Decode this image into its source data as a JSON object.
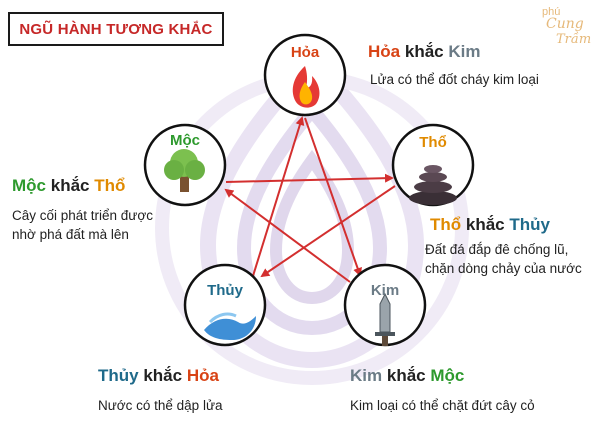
{
  "title": "NGŨ HÀNH TƯƠNG KHẮC",
  "logo": {
    "line1": "phú",
    "line2": "Cung",
    "line3": "Trầm"
  },
  "colors": {
    "fire": "#d84315",
    "earth": "#e08a00",
    "wood": "#2e9a2e",
    "water": "#1f6a8a",
    "metal": "#6b7b86",
    "arrow": "#d32f2f",
    "watermark": "#c7b8dd"
  },
  "elements": [
    {
      "key": "fire",
      "label": "Hỏa",
      "icon": "flame-icon"
    },
    {
      "key": "earth",
      "label": "Thổ",
      "icon": "stacked-stones-icon"
    },
    {
      "key": "metal",
      "label": "Kim",
      "icon": "sword-icon"
    },
    {
      "key": "water",
      "label": "Thủy",
      "icon": "water-wave-icon"
    },
    {
      "key": "wood",
      "label": "Mộc",
      "icon": "tree-icon"
    }
  ],
  "relations": [
    {
      "subject": "Hỏa",
      "verb": "khắc",
      "object": "Kim",
      "text": "Lửa có thể đốt cháy kim loại"
    },
    {
      "subject": "Thổ",
      "verb": "khắc",
      "object": "Thủy",
      "text_lines": [
        "Đất đá đắp đê chống lũ,",
        "chặn dòng chảy của nước"
      ]
    },
    {
      "subject": "Kim",
      "verb": "khắc",
      "object": "Mộc",
      "text": "Kim loại có thể chặt đứt cây cỏ"
    },
    {
      "subject": "Thủy",
      "verb": "khắc",
      "object": "Hỏa",
      "text": "Nước có thể dập lửa"
    },
    {
      "subject": "Mộc",
      "verb": "khắc",
      "object": "Thổ",
      "text_lines": [
        "Cây cối phát triển được",
        "nhờ phá đất mà lên"
      ]
    }
  ]
}
